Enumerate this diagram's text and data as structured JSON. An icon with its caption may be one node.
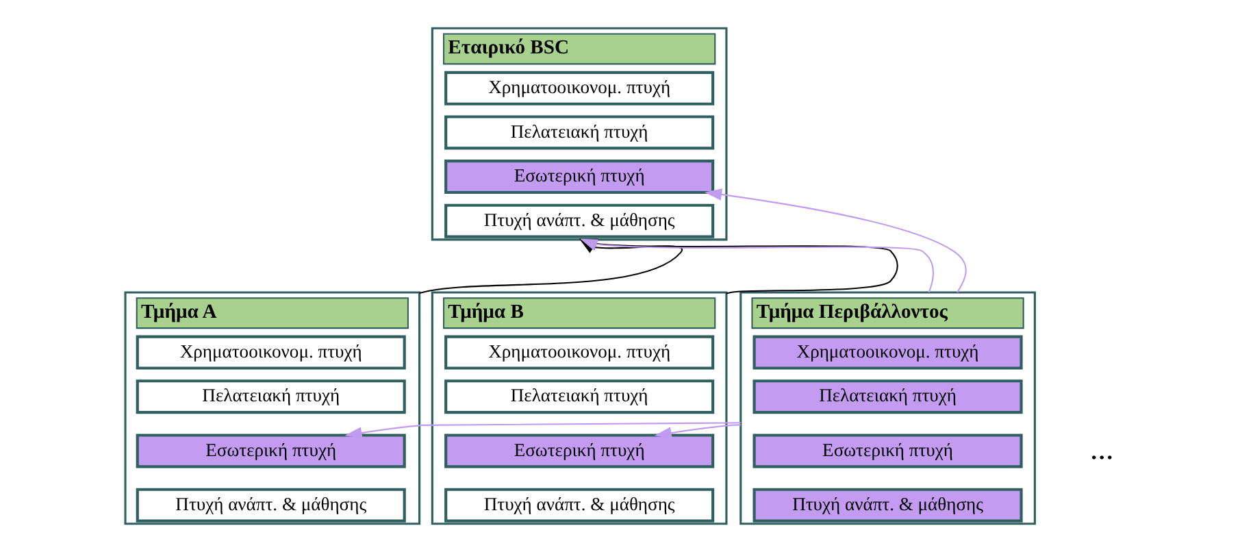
{
  "diagram": {
    "nodes": [
      {
        "text": [
          "Εταιρικό BSC"
        ]
      },
      {
        "text": [
          "Χρηματοοικονομ. πτυχή"
        ],
        "in": 0
      },
      {
        "text": [
          "Πελατειακή πτυχή"
        ],
        "in": 0
      },
      {
        "text": [
          "Εσωτερική πτυχή"
        ],
        "in": 0
      },
      {
        "text": [
          "Πτυχή ανάπτ. & μάθησης"
        ],
        "in": 0
      },
      {
        "text": [
          "Τμήμα Α"
        ]
      },
      {
        "text": [
          "Χρηματοοικονομ. πτυχή"
        ],
        "in": 5
      },
      {
        "text": [
          "Πελατειακή πτυχή"
        ],
        "in": 5
      },
      {
        "text": [
          "Εσωτερική πτυχή"
        ],
        "in": 5
      },
      {
        "text": [
          "Πτυχή ανάπτ. & μάθησης"
        ],
        "in": 5
      },
      {
        "text": [
          "Τμήμα Β"
        ]
      },
      {
        "text": [
          "Χρηματοοικονομ. πτυχή"
        ],
        "in": 10
      },
      {
        "text": [
          "Πελατειακή πτυχή"
        ],
        "in": 10
      },
      {
        "text": [
          "Εσωτερική πτυχή"
        ],
        "in": 10
      },
      {
        "text": [
          "Πτυχή ανάπτ. & μάθησης"
        ],
        "in": 10
      },
      {
        "text": [
          "Τμήμα Περιβάλλοντος"
        ]
      },
      {
        "text": [
          "Χρηματοοικονομ. πτυχή"
        ],
        "in": 15
      },
      {
        "text": [
          "Πελατειακή πτυχή"
        ],
        "in": 15
      },
      {
        "text": [
          "Εσωτερική πτυχή"
        ],
        "in": 15
      },
      {
        "text": [
          "Πτυχή ανάπτ. & μάθησης"
        ],
        "in": 15
      }
    ],
    "edges": [
      {
        "from": 5,
        "to": 0,
        "arrow": "to",
        "color": "#000000"
      },
      {
        "from": 10,
        "to": 0,
        "arrow": "to",
        "color": "#000000"
      },
      {
        "from": 15,
        "to": 3,
        "arrow": "to"
      },
      {
        "from": 15,
        "to": 0,
        "arrow": "to"
      },
      {
        "from": 15,
        "to": 13,
        "arrow": "to"
      },
      {
        "from": 15,
        "to": 8,
        "arrow": "to"
      }
    ],
    "labels": [
      "..."
    ]
  }
}
